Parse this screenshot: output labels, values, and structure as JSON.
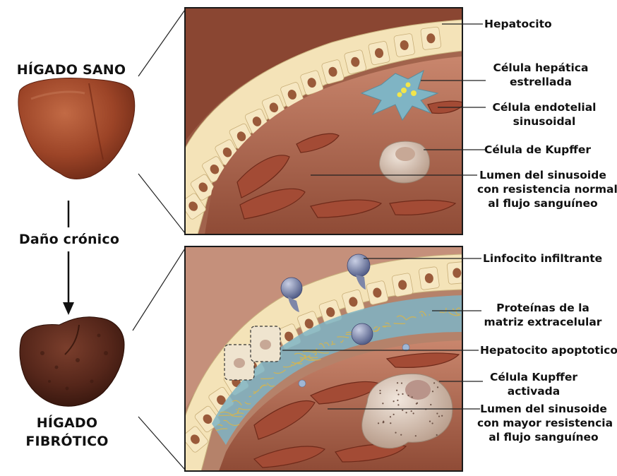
{
  "left": {
    "healthy_title": "HÍGADO SANO",
    "arrow_label": "Daño crónico",
    "fibrotic_title_lines": [
      "HÍGADO",
      "FIBRÓTICO"
    ]
  },
  "top_panel": {
    "labels": {
      "hepatocyte": [
        "Hepatocito"
      ],
      "stellate": [
        "Célula hepática",
        "estrellada"
      ],
      "endothelial": [
        "Célula endotelial",
        "sinusoidal"
      ],
      "kupffer": [
        "Célula de Kupffer"
      ],
      "lumen": [
        "Lumen del sinusoide",
        "con resistencia normal",
        "al flujo sanguíneo"
      ]
    }
  },
  "bottom_panel": {
    "labels": {
      "lymphocyte": [
        "Linfocito infiltrante"
      ],
      "ecm": [
        "Proteínas de la",
        "matriz extracelular"
      ],
      "apoptotic": [
        "Hepatocito apoptotico"
      ],
      "kupffer_activated": [
        "Célula Kupffer",
        "activada"
      ],
      "lumen": [
        "Lumen del sinusoide",
        "con mayor resistencia",
        "al flujo sanguíneo"
      ]
    }
  },
  "colors": {
    "healthy_liver": "#a0482a",
    "fibrotic_liver": "#5a2a1e",
    "tissue": "#b77b61",
    "hepatocyte_cell": "#f4e3b8",
    "nucleus": "#9a5a3a",
    "stellate": "#7fb4c4",
    "lumen": "#b5735c",
    "kupffer": "#d9c4b4",
    "lymphocyte": "#7d86a8",
    "ecm_fibers": "#d9b54a",
    "frame": "#2a2a2a"
  }
}
